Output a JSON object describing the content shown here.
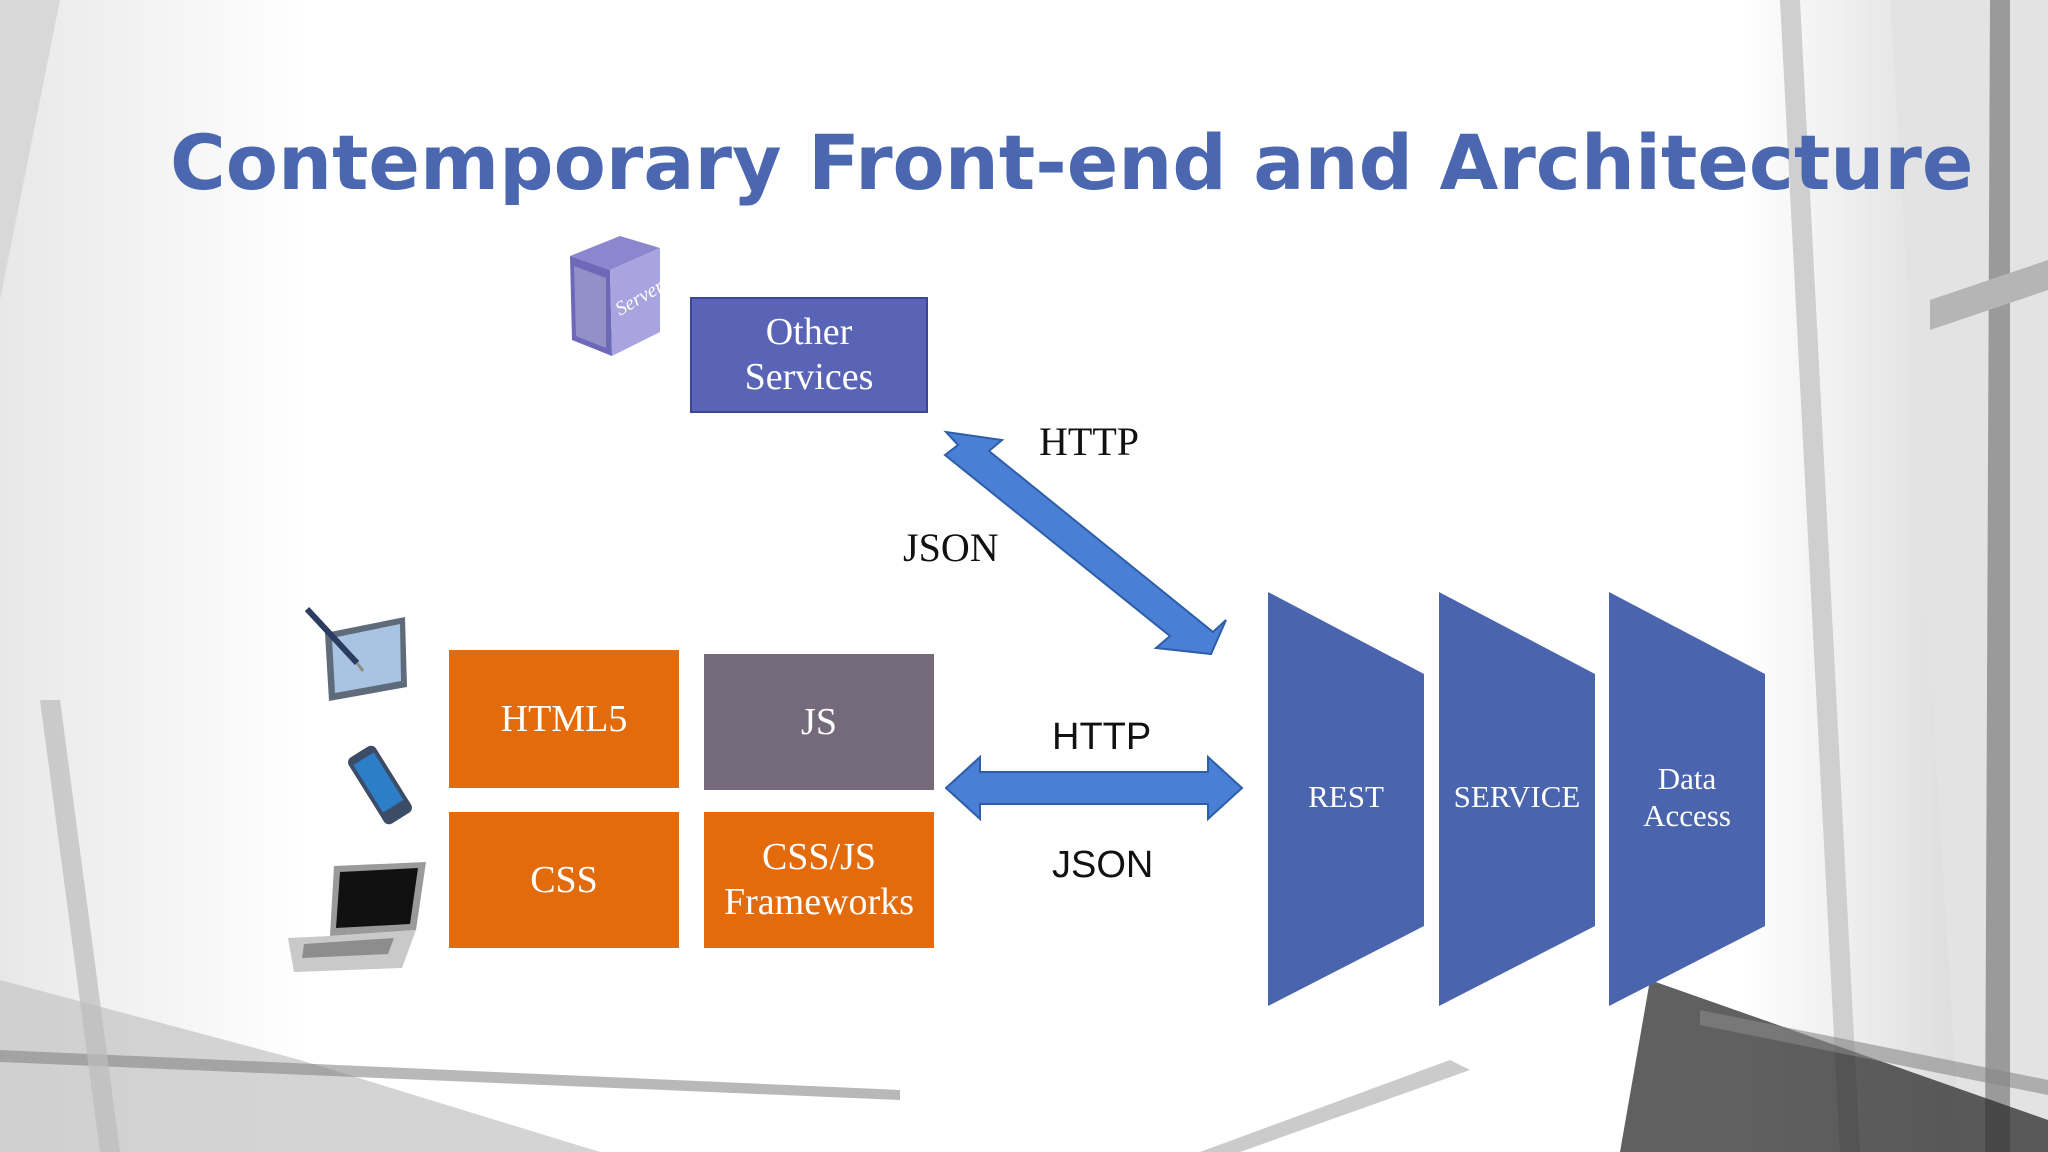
{
  "slide": {
    "title": "Contemporary Front-end and Architecture",
    "title_color": "#4a67b0"
  },
  "server": {
    "icon": "server-box-icon",
    "label": "Server"
  },
  "other_services": {
    "label": "Other\nServices",
    "color": "#5a64b7"
  },
  "top_link": {
    "protocol": "HTTP",
    "format": "JSON",
    "arrow_color": "#4a7fd6"
  },
  "bottom_link": {
    "protocol": "HTTP",
    "format": "JSON",
    "arrow_color": "#4a7fd6"
  },
  "devices": [
    {
      "icon": "tablet-stylus-icon"
    },
    {
      "icon": "smartphone-icon"
    },
    {
      "icon": "laptop-icon"
    }
  ],
  "frontend_tiles": [
    {
      "label": "HTML5",
      "color": "#e36b0c"
    },
    {
      "label": "JS",
      "color": "#746a7c"
    },
    {
      "label": "CSS",
      "color": "#e36b0c"
    },
    {
      "label": "CSS/JS\nFrameworks",
      "color": "#e36b0c"
    }
  ],
  "backend_layers": [
    {
      "label": "REST"
    },
    {
      "label": "SERVICE"
    },
    {
      "label": "Data\nAccess"
    }
  ],
  "backend_color": "#4a64ad"
}
